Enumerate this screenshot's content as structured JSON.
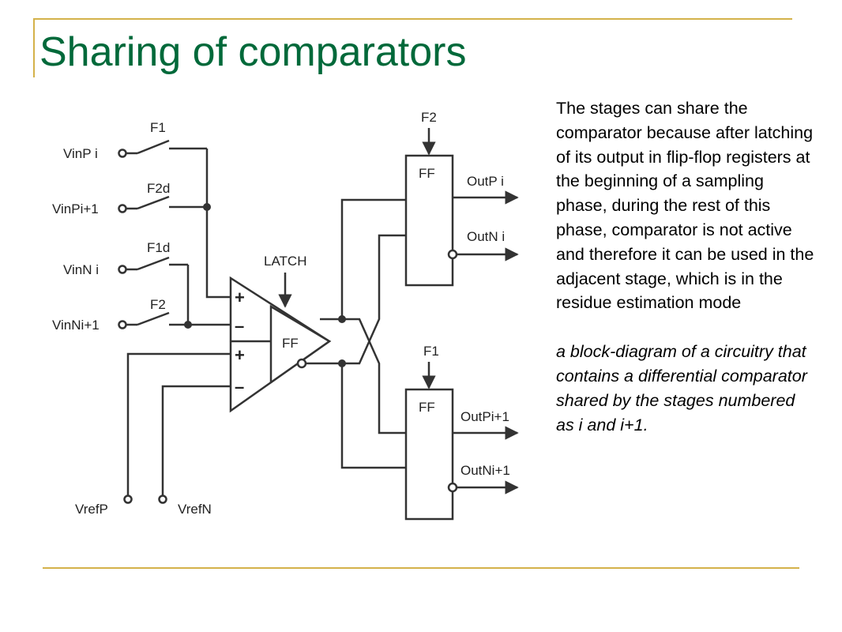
{
  "slide": {
    "title": "Sharing of comparators",
    "body": "The stages can share the comparator because after latching of its output in flip-flop registers at the beginning of a sampling phase, during the rest of this phase, comparator is not active and therefore it can be used in the adjacent stage, which is in the residue estimation mode",
    "caption": "a block-diagram of a circuitry that contains a differential comparator shared by the stages numbered as i and i+1."
  },
  "diagram": {
    "inputs": {
      "vinp_i": "VinP i",
      "vinp_i1": "VinPi+1",
      "vinn_i": "VinN i",
      "vinn_i1": "VinNi+1",
      "vrefp": "VrefP",
      "vrefn": "VrefN"
    },
    "switches": {
      "s1": "F1",
      "s2": "F2d",
      "s3": "F1d",
      "s4": "F2"
    },
    "comparator": {
      "latch": "LATCH",
      "ff": "FF",
      "plus": "+",
      "minus": "–"
    },
    "ff_top": {
      "clock": "F2",
      "label": "FF",
      "out_p": "OutP i",
      "out_n": "OutN i"
    },
    "ff_bottom": {
      "clock": "F1",
      "label": "FF",
      "out_p": "OutPi+1",
      "out_n": "OutNi+1"
    }
  },
  "colors": {
    "title": "#00693a",
    "rule": "#d4b24a"
  }
}
